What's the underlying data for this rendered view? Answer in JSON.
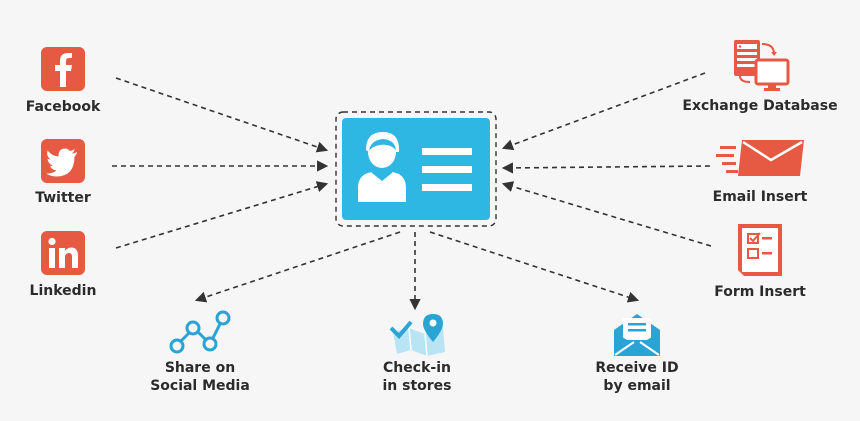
{
  "colors": {
    "background": "#f6f6f6",
    "brand_red": "#e65a44",
    "card_blue": "#2eb7e3",
    "icon_blue": "#2aa4d5",
    "arrow": "#333333",
    "text": "#2b2b2b"
  },
  "sources_left": [
    {
      "id": "facebook",
      "label": "Facebook",
      "icon": "facebook-icon"
    },
    {
      "id": "twitter",
      "label": "Twitter",
      "icon": "twitter-icon"
    },
    {
      "id": "linkedin",
      "label": "Linkedin",
      "icon": "linkedin-icon"
    }
  ],
  "sources_right": [
    {
      "id": "exchange",
      "label": "Exchange Database",
      "icon": "database-computer-icon"
    },
    {
      "id": "email",
      "label": "Email Insert",
      "icon": "email-icon"
    },
    {
      "id": "form",
      "label": "Form Insert",
      "icon": "form-checklist-icon"
    }
  ],
  "center": {
    "icon": "id-card-icon"
  },
  "outputs": [
    {
      "id": "share",
      "line1": "Share on",
      "line2": "Social Media",
      "icon": "share-network-icon"
    },
    {
      "id": "checkin",
      "line1": "Check-in",
      "line2": "in stores",
      "icon": "map-checkin-icon"
    },
    {
      "id": "receive",
      "line1": "Receive ID",
      "line2": "by email",
      "icon": "open-envelope-icon"
    }
  ]
}
